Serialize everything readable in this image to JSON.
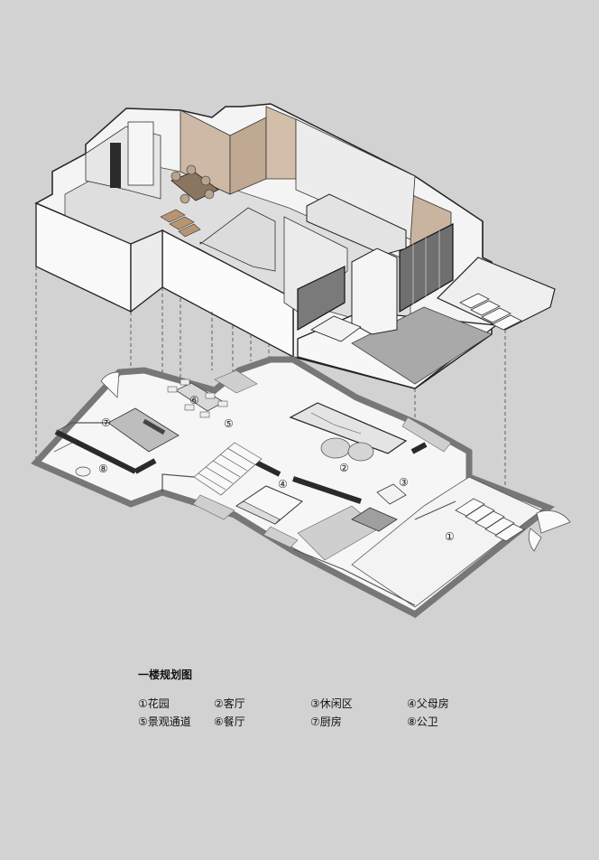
{
  "title": "一楼规划图",
  "legend": [
    {
      "num": "①",
      "label": "花园"
    },
    {
      "num": "②",
      "label": "客厅"
    },
    {
      "num": "③",
      "label": "休闲区"
    },
    {
      "num": "④",
      "label": "父母房"
    },
    {
      "num": "⑤",
      "label": "景观通道"
    },
    {
      "num": "⑥",
      "label": "餐厅"
    },
    {
      "num": "⑦",
      "label": "厨房"
    },
    {
      "num": "⑧",
      "label": "公卫"
    }
  ],
  "plan_markers": {
    "m1": "①",
    "m2": "②",
    "m3": "③",
    "m4": "④",
    "m5": "⑤",
    "m6": "⑥",
    "m7": "⑦",
    "m8": "⑧"
  }
}
